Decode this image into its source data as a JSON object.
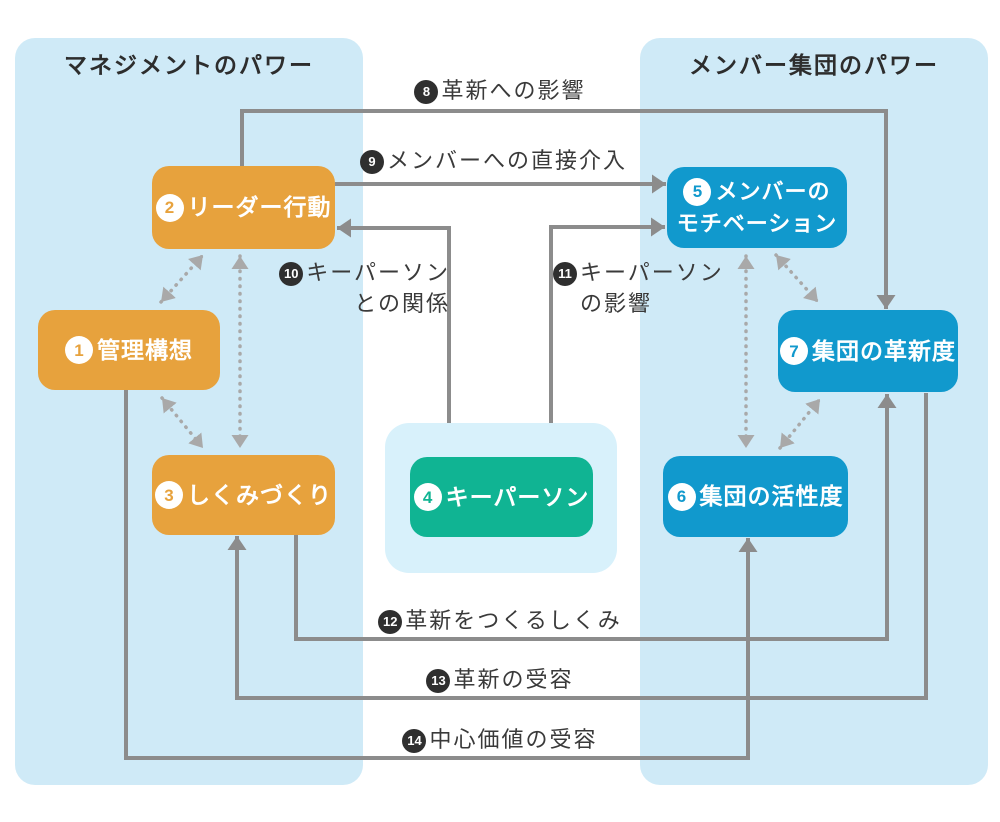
{
  "panels": {
    "management": {
      "title": "マネジメントのパワー"
    },
    "member": {
      "title": "メンバー集団のパワー"
    }
  },
  "nodes": [
    {
      "num": "1",
      "label": "管理構想",
      "group": "management"
    },
    {
      "num": "2",
      "label": "リーダー行動",
      "group": "management"
    },
    {
      "num": "3",
      "label": "しくみづくり",
      "group": "management"
    },
    {
      "num": "4",
      "label": "キーパーソン",
      "group": "key-person"
    },
    {
      "num": "5",
      "label": "メンバーの",
      "label2": "モチベーション",
      "group": "member"
    },
    {
      "num": "6",
      "label": "集団の活性度",
      "group": "member"
    },
    {
      "num": "7",
      "label": "集団の革新度",
      "group": "member"
    }
  ],
  "edges": [
    {
      "num": "8",
      "label": "革新への影響",
      "from": "2",
      "to": "7",
      "style": "solid",
      "bidirectional": false
    },
    {
      "num": "9",
      "label": "メンバーへの直接介入",
      "from": "2",
      "to": "5",
      "style": "solid",
      "bidirectional": false
    },
    {
      "num": "10",
      "label": "キーパーソン",
      "label2": "との関係",
      "from": "2",
      "to": "4",
      "style": "solid",
      "bidirectional": true
    },
    {
      "num": "11",
      "label": "キーパーソン",
      "label2": "の影響",
      "from": "4",
      "to": "5",
      "style": "solid",
      "bidirectional": true
    },
    {
      "num": "12",
      "label": "革新をつくるしくみ",
      "from": "3",
      "to": "7",
      "style": "solid",
      "bidirectional": false
    },
    {
      "num": "13",
      "label": "革新の受容",
      "from": "7",
      "to": "3",
      "style": "solid",
      "bidirectional": false
    },
    {
      "num": "14",
      "label": "中心価値の受容",
      "from": "1",
      "to": "6",
      "style": "solid",
      "bidirectional": false
    }
  ],
  "mutual_links": [
    {
      "from": "1",
      "to": "2",
      "style": "dotted",
      "bidirectional": true
    },
    {
      "from": "2",
      "to": "3",
      "style": "dotted",
      "bidirectional": true
    },
    {
      "from": "1",
      "to": "3",
      "style": "dotted",
      "bidirectional": true
    },
    {
      "from": "5",
      "to": "6",
      "style": "dotted",
      "bidirectional": true
    },
    {
      "from": "5",
      "to": "7",
      "style": "dotted",
      "bidirectional": true
    },
    {
      "from": "6",
      "to": "7",
      "style": "dotted",
      "bidirectional": true
    }
  ],
  "colors": {
    "panel_bg": "#cfeaf7",
    "key_person_bg": "#d8f1fb",
    "management_node": "#e7a23d",
    "member_node": "#1199cd",
    "key_person_node": "#10b493",
    "arrow_solid": "#8c8c8c",
    "arrow_dotted": "#a9a9a9",
    "label_text": "#3a3a3a",
    "number_badge_bg": "#2f2f2f"
  }
}
